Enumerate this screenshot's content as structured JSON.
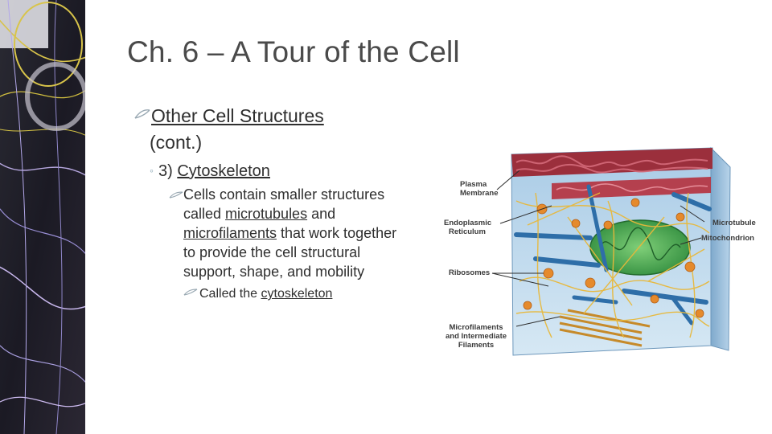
{
  "slide": {
    "title": "Ch. 6 – A Tour of the Cell",
    "level1": {
      "line1": "Other Cell Structures",
      "line2": "(cont.)"
    },
    "level2": {
      "bullet": "◦",
      "prefix": "3) ",
      "term": "Cytoskeleton"
    },
    "level3": {
      "line1": "Cells contain smaller structures",
      "line2_prefix": "called ",
      "line2_term": "microtubules",
      "line2_suffix": " and",
      "line3_term": "microfilaments",
      "line3_suffix": " that work together",
      "line4": "to provide the cell structural",
      "line5": "support, shape, and mobility"
    },
    "level4": {
      "prefix": "Called the ",
      "term": "cytoskeleton"
    }
  },
  "diagram": {
    "labels": {
      "plasma_membrane": [
        "Plasma",
        "Membrane"
      ],
      "endoplasmic_reticulum": [
        "Endoplasmic",
        "Reticulum"
      ],
      "ribosomes": [
        "Ribosomes"
      ],
      "microfilaments": [
        "Microfilaments",
        "and Intermediate",
        "Filaments"
      ],
      "microtubule": [
        "Microtubule"
      ],
      "mitochondrion": [
        "Mitochondrion"
      ]
    }
  },
  "colors": {
    "title": "#4a4a4a",
    "text": "#2f2f2f",
    "bullet_accent": "#8aa6b4",
    "cell_blue": "#8fb8d8",
    "membrane_red": "#b5303d",
    "mitochondrion_green": "#3e9a4a",
    "filament_yellow": "#e8b83a"
  }
}
